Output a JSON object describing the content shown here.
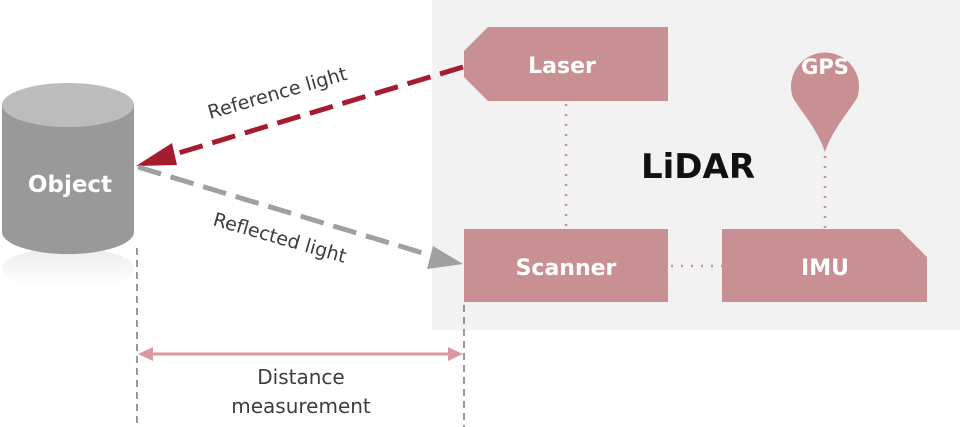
{
  "diagram": {
    "system_title": "LiDAR",
    "components": {
      "laser": "Laser",
      "gps": "GPS",
      "scanner": "Scanner",
      "imu": "IMU",
      "object": "Object"
    },
    "arrows": {
      "reference": "Reference light",
      "reflected": "Reflected light"
    },
    "measurement": {
      "line1": "Distance",
      "line2": "measurement"
    },
    "colors": {
      "panel": "#f2f2f2",
      "component": "#c99093",
      "reference_arrow": "#a51c30",
      "reflected_arrow": "#a0a0a0",
      "object": "#999999",
      "object_top": "#bcbcbc",
      "distance_arrow": "#d89a9e"
    }
  }
}
